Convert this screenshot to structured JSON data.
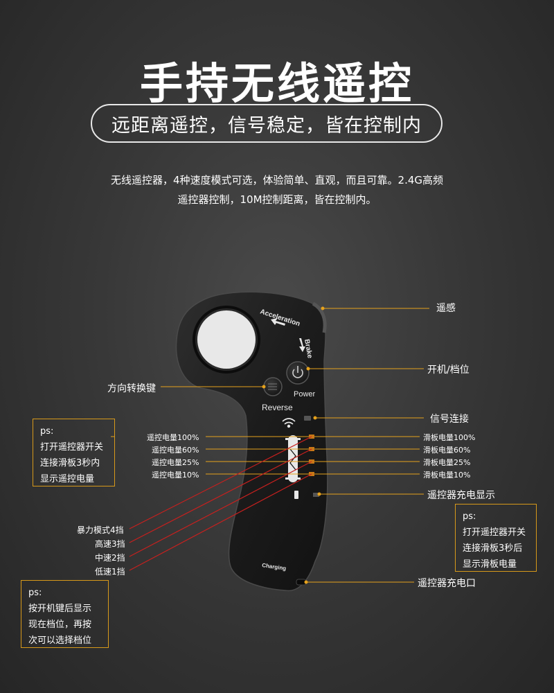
{
  "title": "手持无线遥控",
  "subtitle": "远距离遥控，信号稳定，皆在控制内",
  "description": {
    "line1": "无线遥控器，4种速度模式可选，体验简单、直观，而且可靠。2.4G高频",
    "line2": "遥控器控制，10M控制距离，皆在控制内。"
  },
  "device": {
    "acceleration": "Acceleration",
    "brake": "Brake",
    "power": "Power",
    "reverse": "Reverse",
    "charging": "Charging"
  },
  "callouts": {
    "sensor": "遥感",
    "power_gear": "开机/档位",
    "direction": "方向转换键",
    "signal": "信号连接",
    "remote_battery": [
      "遥控电量100%",
      "遥控电量60%",
      "遥控电量25%",
      "遥控电量10%"
    ],
    "board_battery": [
      "滑板电量100%",
      "滑板电量60%",
      "滑板电量25%",
      "滑板电量10%"
    ],
    "charge_display": "遥控器充电显示",
    "speed_modes": [
      "暴力模式4挡",
      "高速3挡",
      "中速2挡",
      "低速1挡"
    ],
    "charge_port": "遥控器充电口"
  },
  "ps_boxes": {
    "left_top": [
      "ps:",
      "打开遥控器开关",
      "连接滑板3秒内",
      "显示遥控电量"
    ],
    "right": [
      "ps:",
      "打开遥控器开关",
      "连接滑板3秒后",
      "显示滑板电量"
    ],
    "left_bottom": [
      "ps:",
      "按开机键后显示",
      "现在档位，再按",
      "次可以选择档位"
    ]
  },
  "colors": {
    "accent": "#e6a21c",
    "red_line": "#c8201e",
    "background": "#333333"
  }
}
